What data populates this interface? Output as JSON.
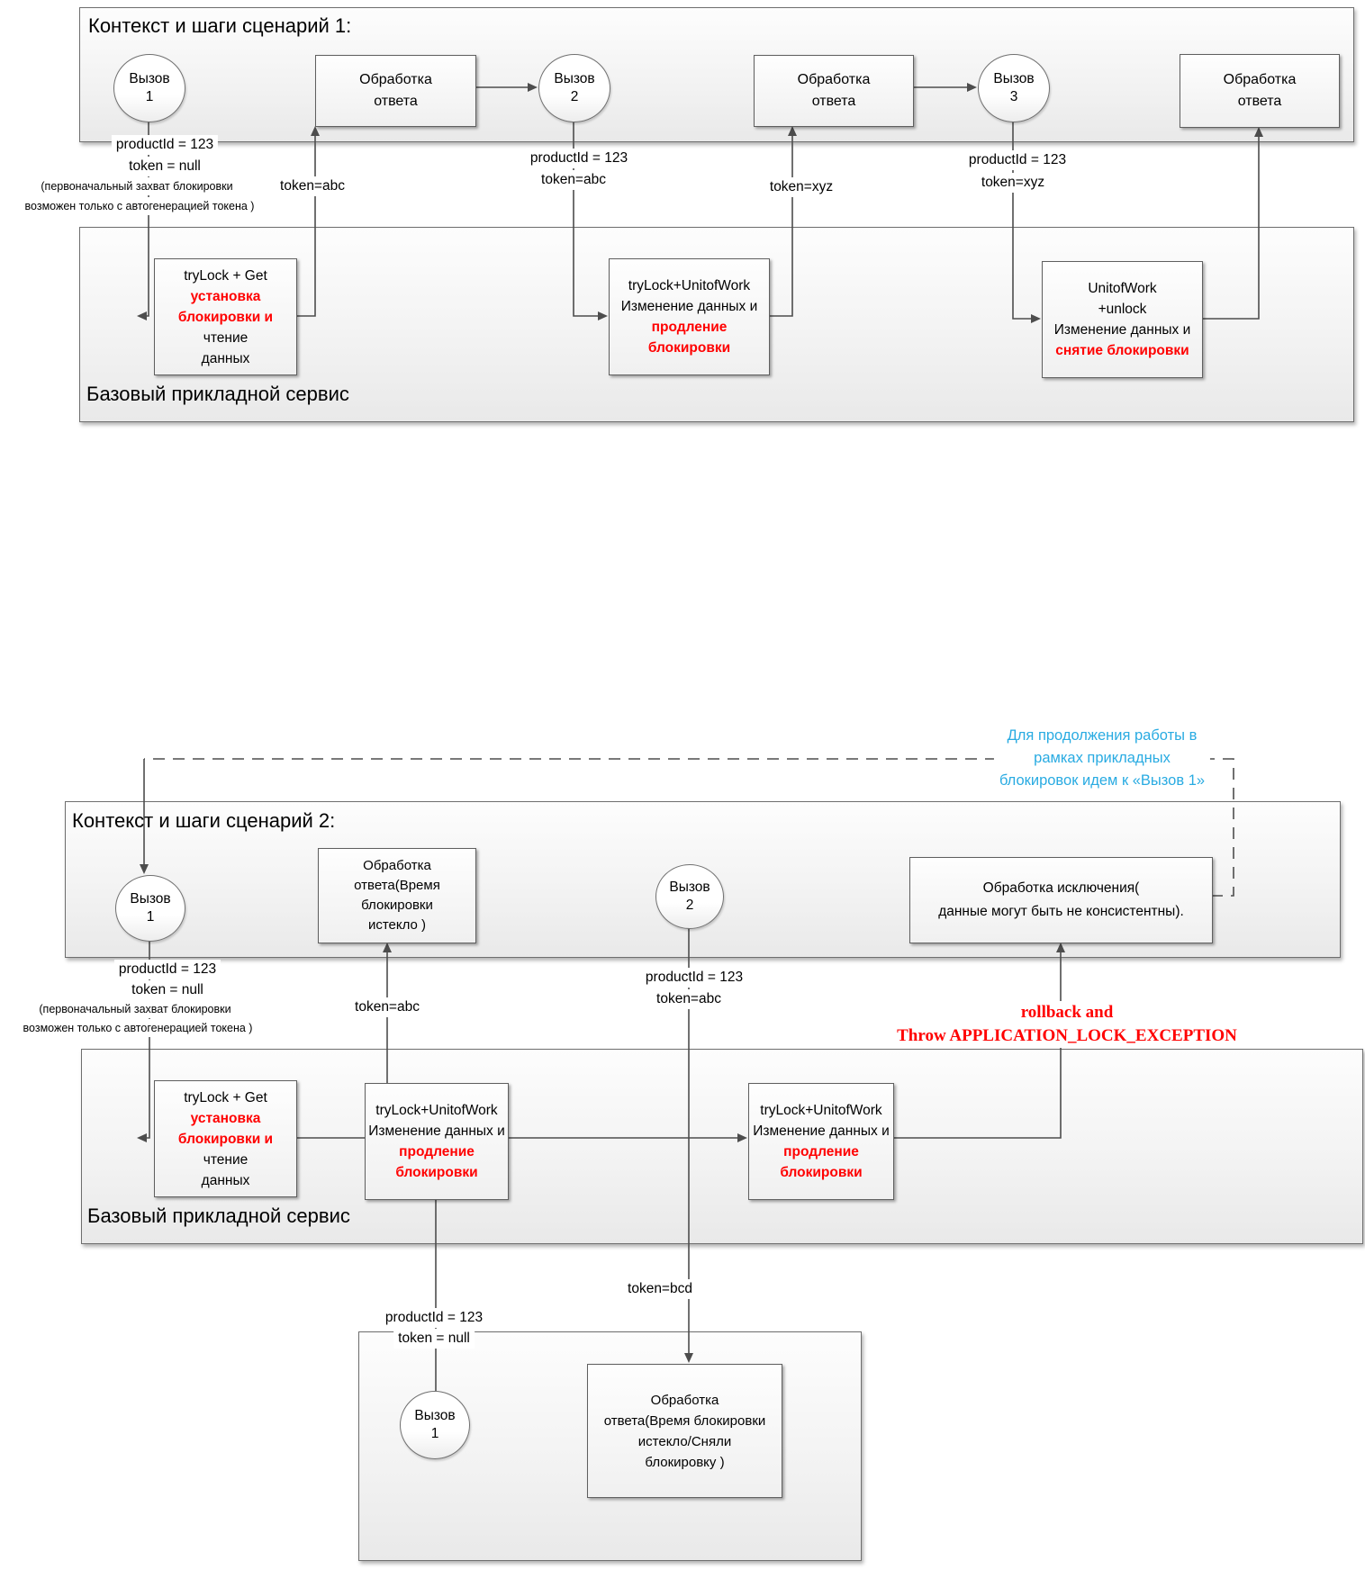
{
  "colors": {
    "accent_red": "#ff0000",
    "note_blue": "#29abe2",
    "line_gray": "#4d4d4d"
  },
  "s1": {
    "title": "Контекст и шаги сценарий 1:",
    "service": "Базовый прикладной сервис",
    "call1": {
      "t": "Вызов",
      "n": "1"
    },
    "call2": {
      "t": "Вызов",
      "n": "2"
    },
    "call3": {
      "t": "Вызов",
      "n": "3"
    },
    "resp": {
      "l1": "Обработка",
      "l2": "ответа"
    },
    "p1": {
      "l1": "productId = 123",
      "l2": "token = null"
    },
    "p1note": {
      "l1": "(первоначальный захват блокировки",
      "l2": "возможен только с автогенерацией токена )"
    },
    "tok_abc": "token=abc",
    "p2": {
      "l1": "productId = 123",
      "l2": "token=abc"
    },
    "tok_xyz": "token=xyz",
    "p3": {
      "l1": "productId = 123",
      "l2": "token=xyz"
    },
    "step1": {
      "l1": "tryLock + Get",
      "l2": "установка",
      "l3r": "блокировки и",
      "l3b": "чтение",
      "l4": "данных"
    },
    "step2": {
      "l1": "tryLock+UnitofWork",
      "l2": "Изменение данных и",
      "l3": "продление блокировки"
    },
    "step3": {
      "l1": "UnitofWork",
      "l2": "+unlock",
      "l3": "Изменение данных и",
      "l4": "снятие блокировки"
    }
  },
  "link_note": {
    "l1": "Для продолжения работы в",
    "l2": "рамках прикладных",
    "l3": "блокировок идем  к «Вызов 1»"
  },
  "s2": {
    "title": "Контекст и шаги сценарий 2:",
    "service": "Базовый прикладной сервис",
    "call1": {
      "t": "Вызов",
      "n": "1"
    },
    "call2": {
      "t": "Вызов",
      "n": "2"
    },
    "resp_expired": {
      "l1": "Обработка",
      "l2": "ответа(Время",
      "l3": "блокировки",
      "l4": "истекло )"
    },
    "exception": {
      "l1": "Обработка исключения(",
      "l2": "данные могут быть не консистентны)."
    },
    "p1": {
      "l1": "productId = 123",
      "l2": "token = null"
    },
    "p1note": {
      "l1": "(первоначальный захват блокировки",
      "l2": "возможен только с автогенерацией токена )"
    },
    "tok_abc": "token=abc",
    "p2": {
      "l1": "productId = 123",
      "l2": "token=abc"
    },
    "rollback": {
      "l1": "rollback  and",
      "l2": "Throw APPLICATION_LOCK_EXCEPTION"
    },
    "step1": {
      "l1": "tryLock + Get",
      "l2": "установка",
      "l3r": "блокировки и",
      "l3b": "чтение",
      "l4": "данных"
    },
    "step2": {
      "l1": "tryLock+UnitofWork",
      "l2": "Изменение данных и",
      "l3": "продление",
      "l4": "блокировки"
    },
    "step3": {
      "l1": "tryLock+UnitofWork",
      "l2": "Изменение данных и",
      "l3": "продление блокировки"
    },
    "tok_bcd": "token=bcd",
    "retry": {
      "p": {
        "l1": "productId = 123",
        "l2": "token = null"
      },
      "call": {
        "t": "Вызов",
        "n": "1"
      },
      "resp": {
        "l1": "Обработка",
        "l2": "ответа(Время блокировки",
        "l3": "истекло/Сняли",
        "l4": "блокировку )"
      }
    }
  }
}
